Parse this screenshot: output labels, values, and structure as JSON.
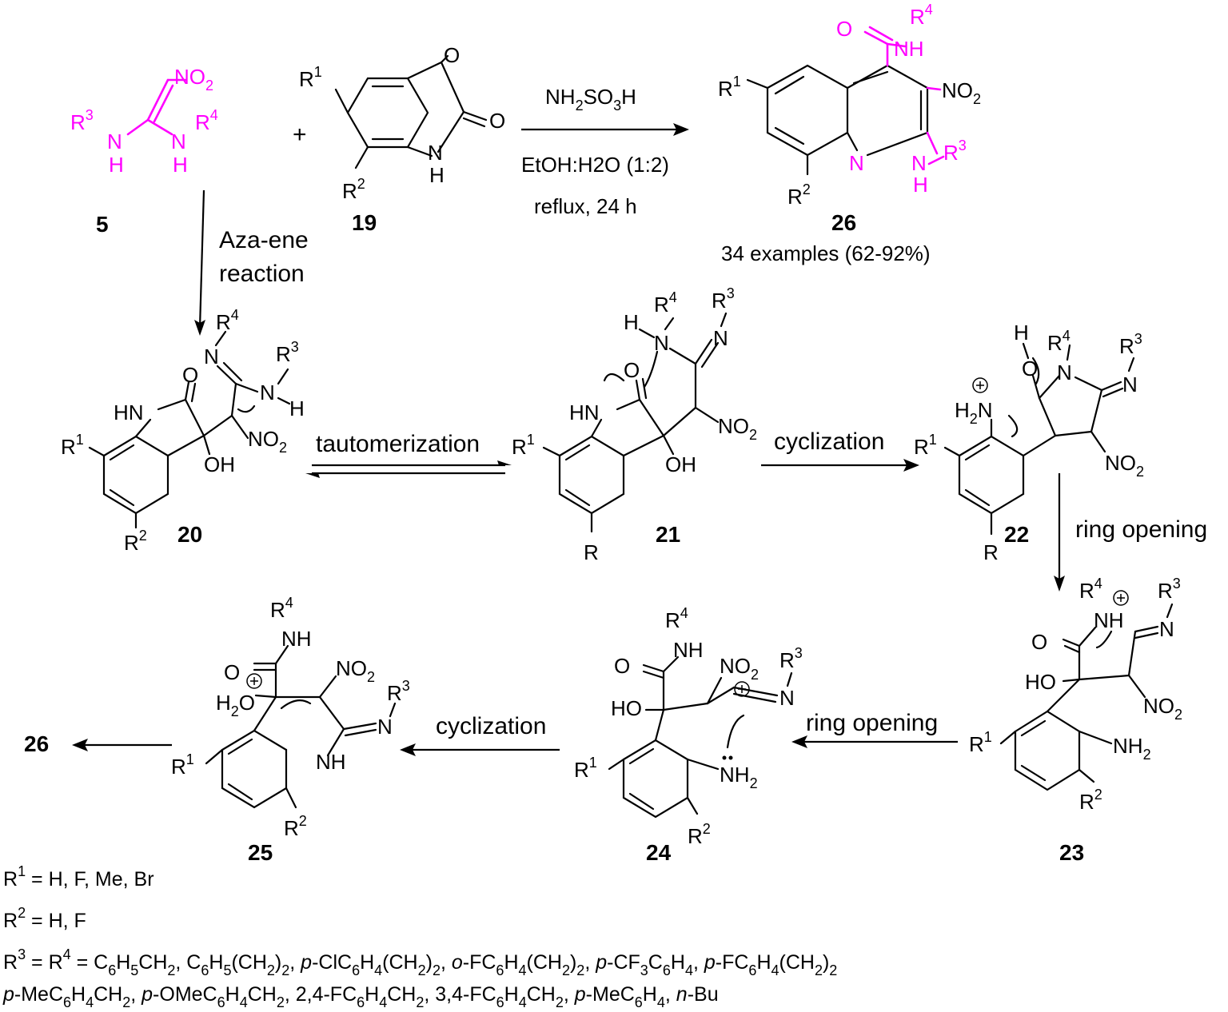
{
  "compounds": {
    "c5": "5",
    "c19": "19",
    "c26": "26",
    "c20": "20",
    "c21": "21",
    "c22": "22",
    "c23": "23",
    "c24": "24",
    "c25": "25",
    "c26_final": "26"
  },
  "conditions": {
    "reagent": "NH2SO3H",
    "solvent": "EtOH:H2O (1:2)",
    "temp": "reflux, 24 h",
    "yield": "34 examples (62-92%)"
  },
  "steps": {
    "aza1": "Aza-ene",
    "aza2": "reaction",
    "tautomerization": "tautomerization",
    "cyclization1": "cyclization",
    "ring_opening1": "ring opening",
    "ring_opening2": "ring opening",
    "cyclization2": "cyclization"
  },
  "legend": {
    "r1": "R1 = H, F, Me, Br",
    "r2": "R2 = H, F",
    "r3_line1": "R3 = R4 = C6H5CH2, C6H5(CH2)2, p-ClC6H4(CH2)2, o-FC6H4(CH2)2,  p-CF3C6H4, p-FC6H4(CH2)2",
    "r3_line2": "p-MeC6H4CH2, p-OMeC6H4CH2, 2,4-FC6H4CH2, 3,4-FC6H4CH2, p-MeC6H4, n-Bu"
  },
  "colors": {
    "highlight": "#ff00ff",
    "text": "#000000"
  }
}
